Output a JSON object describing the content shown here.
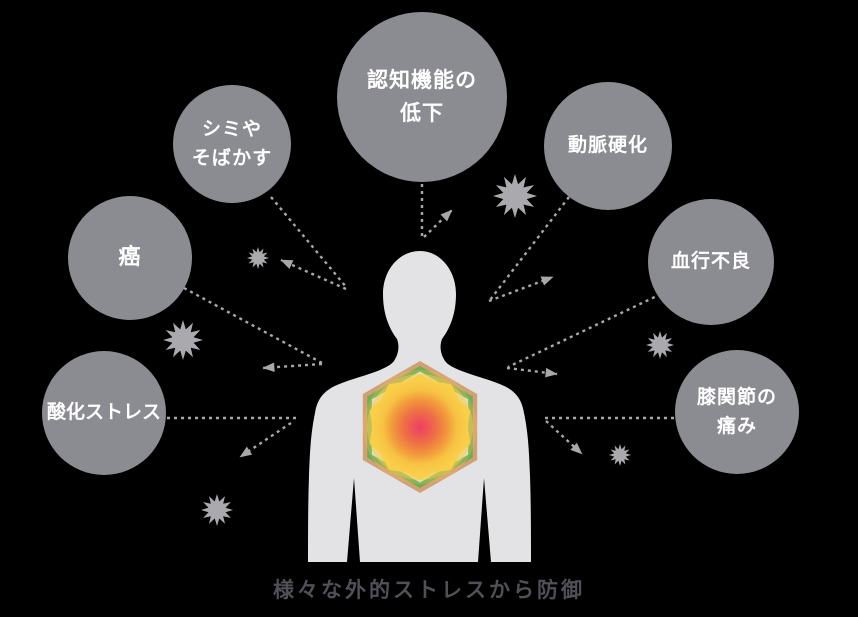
{
  "diagram": {
    "caption": "様々な外的ストレスから防御",
    "center_figure": "human silhouette with hexagonal antioxidant shield on chest",
    "stressors": [
      {
        "id": "cognitive-decline",
        "label": "認知機能の\n低下"
      },
      {
        "id": "spots-freckles",
        "label": "シミや\nそばかす"
      },
      {
        "id": "arteriosclerosis",
        "label": "動脈硬化"
      },
      {
        "id": "cancer",
        "label": "癌"
      },
      {
        "id": "poor-circulation",
        "label": "血行不良"
      },
      {
        "id": "oxidative-stress",
        "label": "酸化ストレス"
      },
      {
        "id": "knee-pain",
        "label": "膝関節の\n痛み"
      }
    ]
  },
  "colors": {
    "bg": "#000000",
    "circle": "#8b8b92",
    "circle-text": "#ffffff",
    "line": "#a8a8ac",
    "star": "#aaaaae",
    "body": "#e3e3e5",
    "caption": "#4f5058",
    "hex-border-outer": "#d2a173",
    "hex-border-green": "#6fae55",
    "hex-fill-light-green": "#d9ebcd",
    "sun-center": "#ee3e62",
    "sun-mid": "#f29c3c",
    "sun-outer": "#f9cf4a"
  }
}
